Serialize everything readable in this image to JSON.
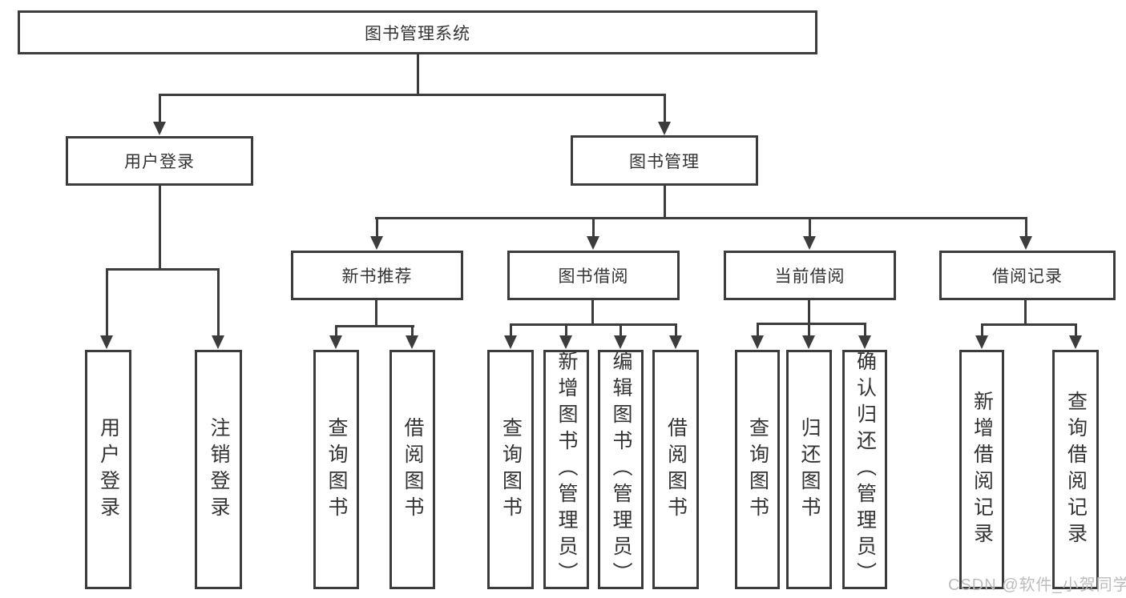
{
  "diagram": {
    "root": {
      "label": "图书管理系统"
    },
    "user_login": {
      "label": "用户登录",
      "children": [
        {
          "label": "用户登录"
        },
        {
          "label": "注销登录"
        }
      ]
    },
    "book_mgmt": {
      "label": "图书管理",
      "groups": [
        {
          "label": "新书推荐",
          "children": [
            {
              "label": "查询图书"
            },
            {
              "label": "借阅图书"
            }
          ]
        },
        {
          "label": "图书借阅",
          "children": [
            {
              "label": "查询图书"
            },
            {
              "label": "新增图书（管理员）"
            },
            {
              "label": "编辑图书（管理员）"
            },
            {
              "label": "借阅图书"
            }
          ]
        },
        {
          "label": "当前借阅",
          "children": [
            {
              "label": "查询图书"
            },
            {
              "label": "归还图书"
            },
            {
              "label": "确认归还（管理员）"
            }
          ]
        },
        {
          "label": "借阅记录",
          "children": [
            {
              "label": "新增借阅记录"
            },
            {
              "label": "查询借阅记录"
            }
          ]
        }
      ]
    },
    "watermark": "CSDN @软件_小贺同学",
    "colors": {
      "line": "#3c3c3c",
      "text": "#333333",
      "watermark": "#bcbcbc"
    }
  }
}
